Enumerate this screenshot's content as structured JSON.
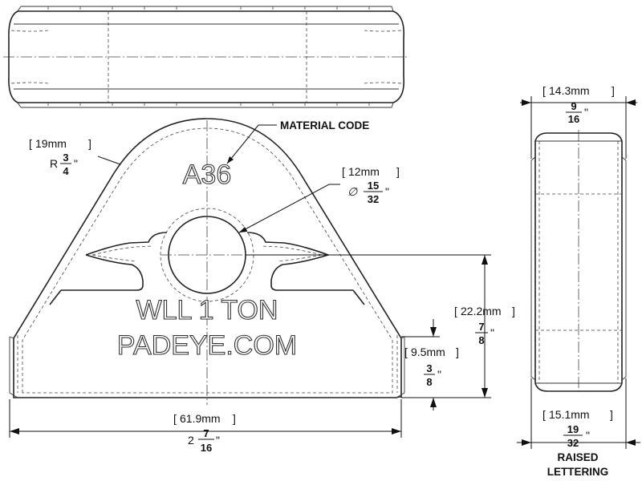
{
  "material_code_label": "MATERIAL CODE",
  "engraving": {
    "material": "A36",
    "line1": "WLL 1 TON",
    "line2": "PADEYE.COM"
  },
  "dimensions": {
    "radius": {
      "mm": "19mm",
      "prefix": "R",
      "num": "3",
      "den": "4",
      "unit": "\""
    },
    "hole": {
      "mm": "12mm",
      "prefix": "∅",
      "num": "15",
      "den": "32",
      "unit": "\""
    },
    "depth_top": {
      "mm": "14.3mm",
      "num": "9",
      "den": "16",
      "unit": "\""
    },
    "hole_height": {
      "mm": "22.2mm",
      "num": "7",
      "den": "8",
      "unit": "\""
    },
    "base_height": {
      "mm": "9.5mm",
      "num": "3",
      "den": "8",
      "unit": "\""
    },
    "width": {
      "mm": "61.9mm",
      "whole": "2",
      "num": "7",
      "den": "16",
      "unit": "\""
    },
    "depth_bottom": {
      "mm": "15.1mm",
      "num": "19",
      "den": "32",
      "unit": "\""
    }
  },
  "raised_lettering_label": [
    "RAISED",
    "LETTERING"
  ],
  "bracket_open": "[",
  "bracket_close": "]"
}
